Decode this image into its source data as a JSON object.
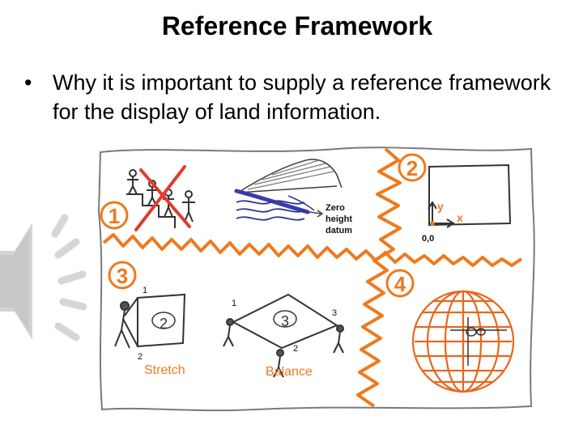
{
  "slide": {
    "title": "Reference Framework",
    "bullet": "Why it is important to supply a reference framework for the display of land information.",
    "bullet_marker": "•"
  },
  "illustration": {
    "panel_numbers": [
      "1",
      "2",
      "3",
      "4"
    ],
    "datum_label": [
      "Zero",
      "height",
      "datum"
    ],
    "axis_y": "y",
    "axis_x": "x",
    "origin_label": "0,0",
    "stretch_caption": "Stretch",
    "balance_caption": "Balance",
    "stretch_points": [
      "1",
      "2"
    ],
    "stretch_box": "2",
    "balance_points": [
      "1",
      "2",
      "3"
    ],
    "balance_box": "3"
  },
  "colors": {
    "orange": "#ee7a1e",
    "red_cross": "#e23a2e",
    "grid_orange": "#e8661c",
    "blue_water": "#2a3b8a",
    "speaker_gray": "#d0d0d0"
  }
}
